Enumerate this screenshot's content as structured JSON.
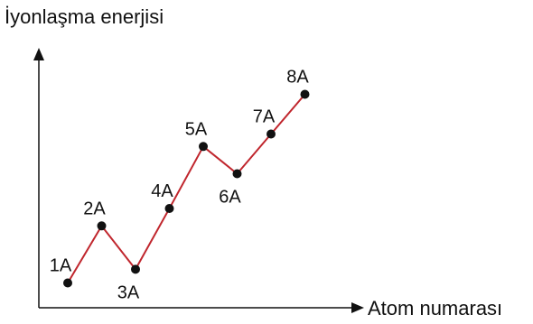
{
  "chart_data": {
    "type": "line",
    "title": "",
    "ylabel": "İyonlaşma enerjisi",
    "xlabel": "Atom numarası",
    "categories": [
      "1A",
      "2A",
      "3A",
      "4A",
      "5A",
      "6A",
      "7A",
      "8A"
    ],
    "values": [
      1.0,
      3.3,
      1.55,
      4.0,
      6.5,
      5.4,
      7.0,
      8.6
    ],
    "ylim": [
      0,
      10
    ],
    "grid": false,
    "label_positions": [
      "above",
      "above",
      "below",
      "above",
      "above",
      "below",
      "above",
      "above"
    ],
    "colors": {
      "line": "#c0262d",
      "point": "#111111",
      "axis": "#111111"
    }
  }
}
